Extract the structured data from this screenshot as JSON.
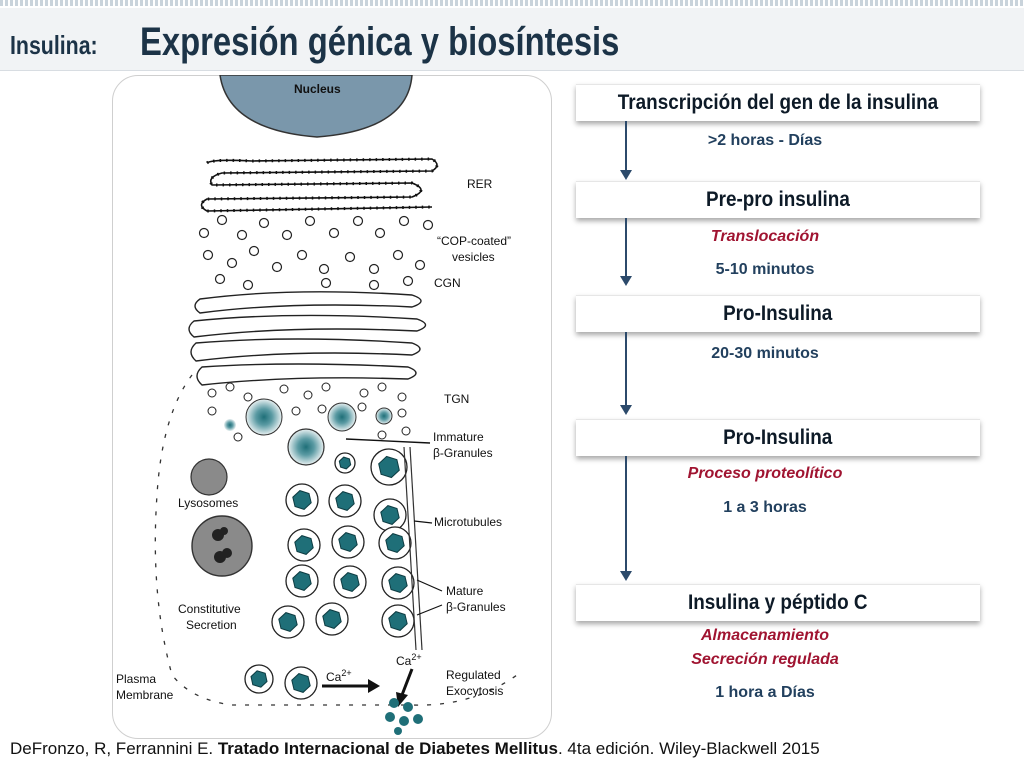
{
  "slide": {
    "title_prefix": "Insulina:",
    "title_main": "Expresión génica y biosíntesis"
  },
  "figure": {
    "labels": {
      "nucleus": "Nucleus",
      "rer": "RER",
      "cop_line1": "“COP-coated”",
      "cop_line2": "vesicles",
      "cgn": "CGN",
      "tgn": "TGN",
      "immature_line1": "Immature",
      "immature_line2": "β-Granules",
      "lysosomes": "Lysosomes",
      "microtubules": "Microtubules",
      "mature_line1": "Mature",
      "mature_line2": "β-Granules",
      "constitutive_line1": "Constitutive",
      "constitutive_line2": "Secretion",
      "ca_left": "Ca",
      "ca_right": "Ca",
      "ca_charge": "2+",
      "plasma_line1": "Plasma",
      "plasma_line2": "Membrane",
      "regulated_line1": "Regulated",
      "regulated_line2": "Exocytosis"
    }
  },
  "flow": {
    "stages": [
      {
        "label": "Transcripción del gen de la insulina"
      },
      {
        "label": "Pre-pro insulina"
      },
      {
        "label": "Pro-Insulina"
      },
      {
        "label": "Pro-Insulina"
      },
      {
        "label": "Insulina y péptido C"
      }
    ],
    "notes": {
      "n1": ">2 horas - Días",
      "n2_process": "Translocación",
      "n2_time": "5-10 minutos",
      "n3_time": "20-30 minutos",
      "n4_process": "Proceso proteolítico",
      "n4_time": "1 a 3 horas",
      "n5_process1": "Almacenamiento",
      "n5_process2": "Secreción regulada",
      "n5_time": "1 hora a Días"
    }
  },
  "citation": {
    "authors": "DeFronzo, R, Ferrannini E. ",
    "book": "Tratado Internacional de Diabetes Mellitus",
    "rest": ". 4ta edición. Wiley-Blackwell 2015"
  },
  "colors": {
    "title": "#1c3347",
    "nucleus": "#7a97ab",
    "granule": "#1f6f78",
    "arrow": "#2c4a6b",
    "process_red": "#a01431",
    "time_blue": "#22405e"
  }
}
